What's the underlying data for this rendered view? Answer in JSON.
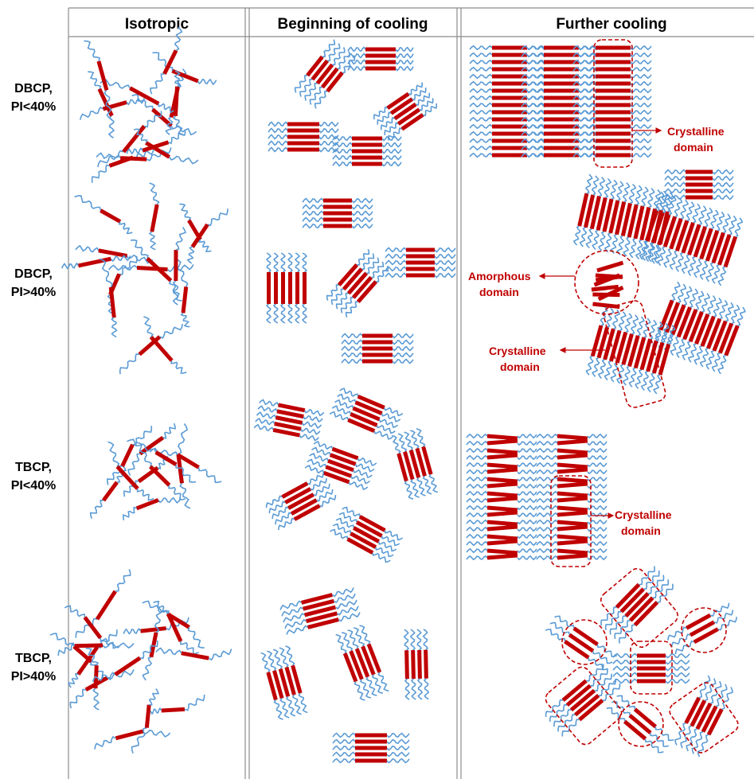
{
  "colors": {
    "chain": "#5b9bd5",
    "mesogen": "#c00000",
    "annotation": "#c00000",
    "grid": "#8c8c8c",
    "text": "#000000"
  },
  "headers": {
    "isotropic": "Isotropic",
    "beginning": "Beginning  of cooling",
    "further": "Further cooling"
  },
  "rows": [
    {
      "line1": "DBCP,",
      "line2": "PI<40%"
    },
    {
      "line1": "DBCP,",
      "line2": "PI>40%"
    },
    {
      "line1": "TBCP,",
      "line2": "PI<40%"
    },
    {
      "line1": "TBCP,",
      "line2": "PI>40%"
    }
  ],
  "annotations": {
    "crystalline_1": {
      "line1": "Crystalline",
      "line2": "domain"
    },
    "amorphous": {
      "line1": "Amorphous",
      "line2": "domain"
    },
    "crystalline_2": {
      "line1": "Crystalline",
      "line2": "domain"
    },
    "crystalline_3": {
      "line1": "Crystalline",
      "line2": "domain"
    }
  }
}
